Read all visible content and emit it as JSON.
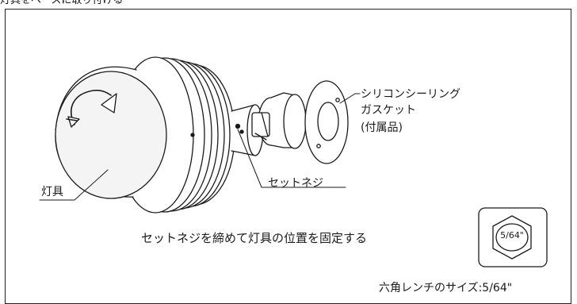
{
  "heading": "灯具をベースに取り付ける",
  "labels": {
    "gasket_line1": "シリコンシーリング",
    "gasket_line2": "ガスケット",
    "gasket_line3": "(付属品)",
    "fixture": "灯具",
    "set_screw": "セットネジ",
    "instruction": "セットネジを締めて灯具の位置を固定する",
    "wrench_size": "六角レンチのサイズ:5/64\"",
    "hex_marking": "5/64\""
  },
  "colors": {
    "line": "#1a1a1a",
    "dome_fill": "#f4f4f4",
    "background": "#ffffff"
  }
}
